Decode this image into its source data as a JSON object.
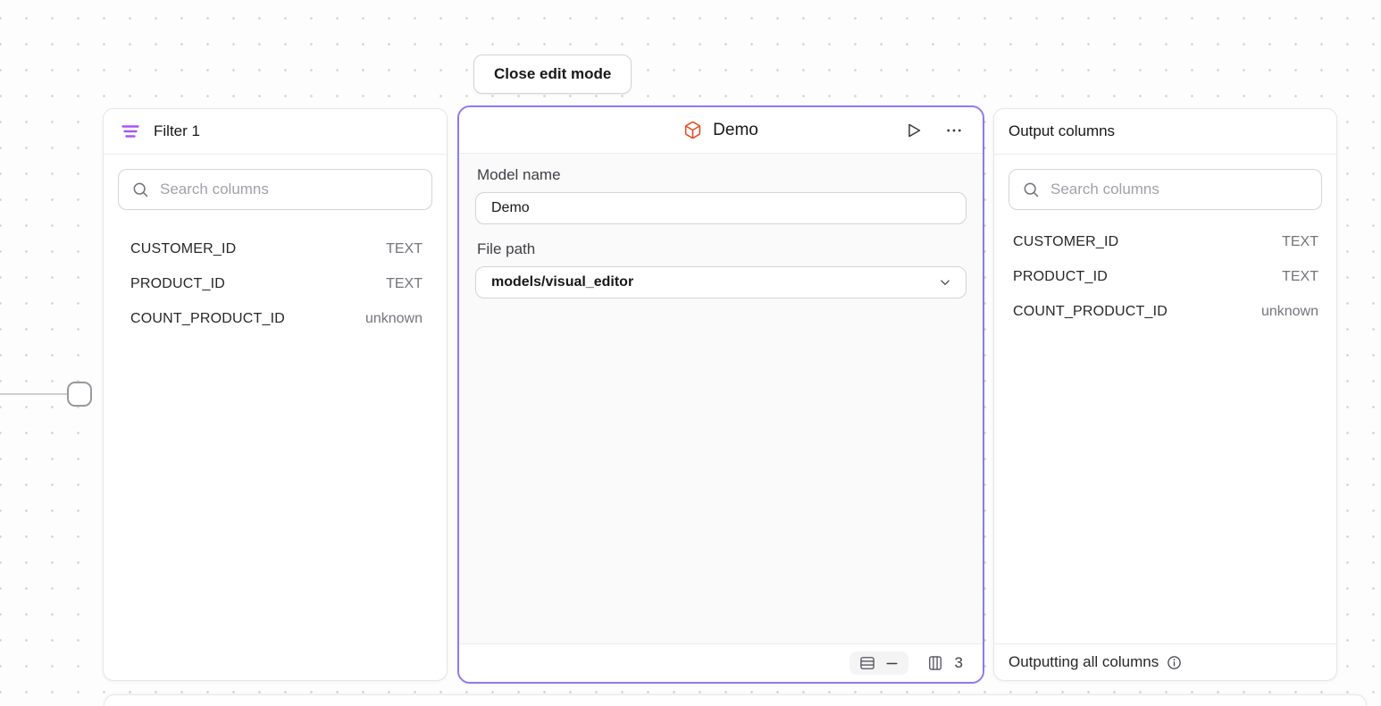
{
  "toolbar": {
    "close_edit_label": "Close edit mode"
  },
  "filter_panel": {
    "title": "Filter 1",
    "search_placeholder": "Search columns",
    "columns": [
      {
        "name": "CUSTOMER_ID",
        "type": "TEXT"
      },
      {
        "name": "PRODUCT_ID",
        "type": "TEXT"
      },
      {
        "name": "COUNT_PRODUCT_ID",
        "type": "unknown"
      }
    ]
  },
  "model_panel": {
    "title": "Demo",
    "model_name_label": "Model name",
    "model_name_value": "Demo",
    "file_path_label": "File path",
    "file_path_value": "models/visual_editor",
    "column_count": "3"
  },
  "output_panel": {
    "title": "Output columns",
    "search_placeholder": "Search columns",
    "columns": [
      {
        "name": "CUSTOMER_ID",
        "type": "TEXT"
      },
      {
        "name": "PRODUCT_ID",
        "type": "TEXT"
      },
      {
        "name": "COUNT_PRODUCT_ID",
        "type": "unknown"
      }
    ],
    "footer_text": "Outputting all columns"
  },
  "colors": {
    "selected_node_border": "#8b7cf3",
    "filter_icon_purple": "#a855f7",
    "cube_icon_orange": "#e44d26"
  }
}
